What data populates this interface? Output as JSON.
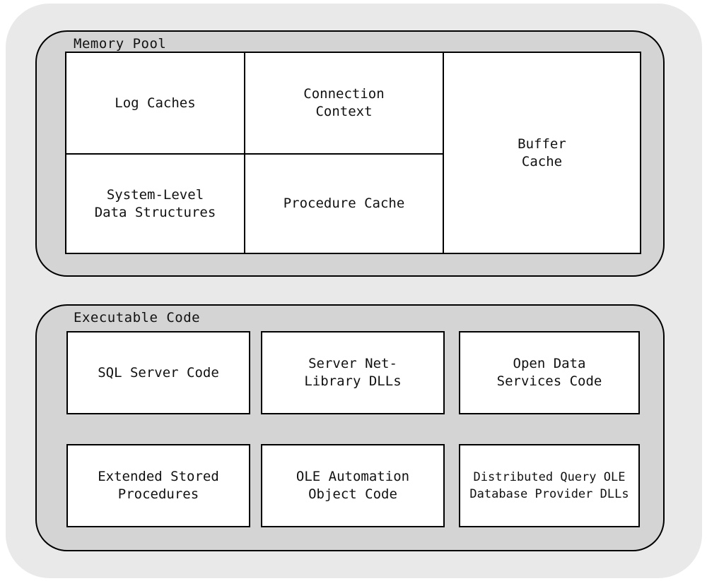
{
  "diagram": {
    "colors": {
      "page_background": "#ffffff",
      "outer_background": "#e9e9e9",
      "panel_background": "#d4d4d4",
      "box_background": "#ffffff",
      "border": "#000000",
      "text": "#111111"
    },
    "memory_pool": {
      "title": "Memory Pool",
      "cells": {
        "log_caches": "Log Caches",
        "connection_context": "Connection\nContext",
        "buffer_cache": "Buffer\nCache",
        "system_level_data_structures": "System-Level\nData Structures",
        "procedure_cache": "Procedure Cache"
      }
    },
    "executable_code": {
      "title": "Executable Code",
      "boxes": [
        "SQL Server Code",
        "Server Net-\nLibrary DLLs",
        "Open Data\nServices Code",
        "Extended Stored\nProcedures",
        "OLE Automation\nObject Code",
        "Distributed Query OLE\nDatabase Provider DLLs"
      ]
    }
  }
}
